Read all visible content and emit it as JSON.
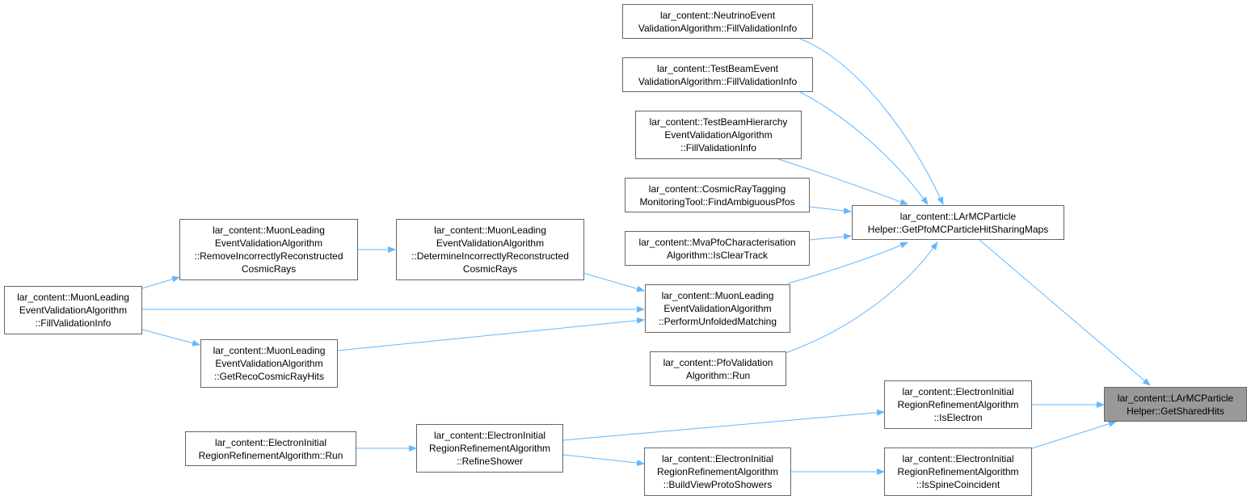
{
  "colors": {
    "edge": "#63b8ff",
    "node_border": "#666666",
    "focus_fill": "#999999"
  },
  "nodes": [
    {
      "id": "getsharedhits",
      "focus": true,
      "lines": [
        "lar_content::LArMCParticle",
        "Helper::GetSharedHits"
      ]
    },
    {
      "id": "getpfomc",
      "lines": [
        "lar_content::LArMCParticle",
        "Helper::GetPfoMCParticleHitSharingMaps"
      ]
    },
    {
      "id": "iselectron",
      "lines": [
        "lar_content::ElectronInitial",
        "RegionRefinementAlgorithm",
        "::IsElectron"
      ]
    },
    {
      "id": "isspine",
      "lines": [
        "lar_content::ElectronInitial",
        "RegionRefinementAlgorithm",
        "::IsSpineCoincident"
      ]
    },
    {
      "id": "nuval",
      "lines": [
        "lar_content::NeutrinoEvent",
        "ValidationAlgorithm::FillValidationInfo"
      ]
    },
    {
      "id": "tbval",
      "lines": [
        "lar_content::TestBeamEvent",
        "ValidationAlgorithm::FillValidationInfo"
      ]
    },
    {
      "id": "tbhier",
      "lines": [
        "lar_content::TestBeamHierarchy",
        "EventValidationAlgorithm",
        "::FillValidationInfo"
      ]
    },
    {
      "id": "cosmictag",
      "lines": [
        "lar_content::CosmicRayTagging",
        "MonitoringTool::FindAmbiguousPfos"
      ]
    },
    {
      "id": "mvapfo",
      "lines": [
        "lar_content::MvaPfoCharacterisation",
        "Algorithm::IsClearTrack"
      ]
    },
    {
      "id": "perfunf",
      "lines": [
        "lar_content::MuonLeading",
        "EventValidationAlgorithm",
        "::PerformUnfoldedMatching"
      ]
    },
    {
      "id": "pfoval",
      "lines": [
        "lar_content::PfoValidation",
        "Algorithm::Run"
      ]
    },
    {
      "id": "determine",
      "lines": [
        "lar_content::MuonLeading",
        "EventValidationAlgorithm",
        "::DetermineIncorrectlyReconstructed",
        "CosmicRays"
      ]
    },
    {
      "id": "remove",
      "lines": [
        "lar_content::MuonLeading",
        "EventValidationAlgorithm",
        "::RemoveIncorrectlyReconstructed",
        "CosmicRays"
      ]
    },
    {
      "id": "muonfill",
      "lines": [
        "lar_content::MuonLeading",
        "EventValidationAlgorithm",
        "::FillValidationInfo"
      ]
    },
    {
      "id": "getreco",
      "lines": [
        "lar_content::MuonLeading",
        "EventValidationAlgorithm",
        "::GetRecoCosmicRayHits"
      ]
    },
    {
      "id": "refine",
      "lines": [
        "lar_content::ElectronInitial",
        "RegionRefinementAlgorithm",
        "::RefineShower"
      ]
    },
    {
      "id": "buildview",
      "lines": [
        "lar_content::ElectronInitial",
        "RegionRefinementAlgorithm",
        "::BuildViewProtoShowers"
      ]
    },
    {
      "id": "erefrun",
      "lines": [
        "lar_content::ElectronInitial",
        "RegionRefinementAlgorithm::Run"
      ]
    }
  ],
  "edges": [
    {
      "from": "getpfomc",
      "to": "getsharedhits"
    },
    {
      "from": "iselectron",
      "to": "getsharedhits"
    },
    {
      "from": "isspine",
      "to": "getsharedhits"
    },
    {
      "from": "nuval",
      "to": "getpfomc"
    },
    {
      "from": "tbval",
      "to": "getpfomc"
    },
    {
      "from": "tbhier",
      "to": "getpfomc"
    },
    {
      "from": "cosmictag",
      "to": "getpfomc"
    },
    {
      "from": "mvapfo",
      "to": "getpfomc"
    },
    {
      "from": "perfunf",
      "to": "getpfomc"
    },
    {
      "from": "pfoval",
      "to": "getpfomc"
    },
    {
      "from": "determine",
      "to": "perfunf"
    },
    {
      "from": "muonfill",
      "to": "perfunf"
    },
    {
      "from": "getreco",
      "to": "perfunf"
    },
    {
      "from": "remove",
      "to": "determine"
    },
    {
      "from": "muonfill",
      "to": "remove"
    },
    {
      "from": "muonfill",
      "to": "getreco"
    },
    {
      "from": "refine",
      "to": "iselectron"
    },
    {
      "from": "refine",
      "to": "buildview"
    },
    {
      "from": "buildview",
      "to": "isspine"
    },
    {
      "from": "erefrun",
      "to": "refine"
    }
  ]
}
